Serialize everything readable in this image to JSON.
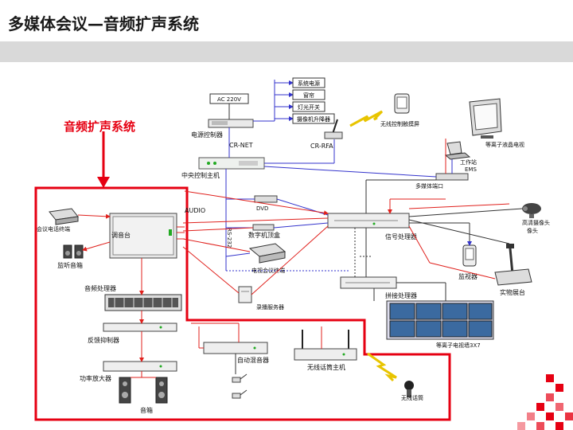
{
  "title": "多媒体会议—音频扩声系统",
  "subtitle": "音频扩声系统",
  "labels": {
    "ac220": "AC 220V",
    "power_ctrl": "电源控制器",
    "crnet": "CR-NET",
    "crrfa": "CR-RFA",
    "central": "中央控制主机",
    "sys_power": "系统电源",
    "curtain": "窗帘",
    "light": "灯光开关",
    "projector_lift": "摄像机升降器",
    "wireless_touch": "无线控制触摸屏",
    "lcd_tv": "等离子液晶电视",
    "workstation": "工作站",
    "ems": "EMS",
    "mm_port": "多媒体端口",
    "audio": "AUDIO",
    "dvd": "DVD",
    "settop": "数字机顶盒",
    "rs232": "RS-232",
    "vconf": "电视会议终端",
    "signal_proc": "信号处理器",
    "monitor": "监视器",
    "hd_cam": "高清摄像头",
    "doc_cam": "实物展台",
    "splice_proc": "拼接处理器",
    "video_wall": "等离子电视墙3X7",
    "rec_server": "录播服务器",
    "conf_phone": "会议电话终端",
    "mixer": "调音台",
    "monitor_spk": "监听音箱",
    "audio_proc": "音频处理器",
    "feedback": "反馈抑制器",
    "amp": "功率放大器",
    "speaker": "音箱",
    "auto_mixer": "自动混音器",
    "wireless_host": "无线话筒主机",
    "wireless_mic": "无线话筒"
  },
  "colors": {
    "accent": "#e60012",
    "line_blue": "#3333cc",
    "line_red": "#e0201c",
    "titlebar": "#d9d9d9"
  }
}
